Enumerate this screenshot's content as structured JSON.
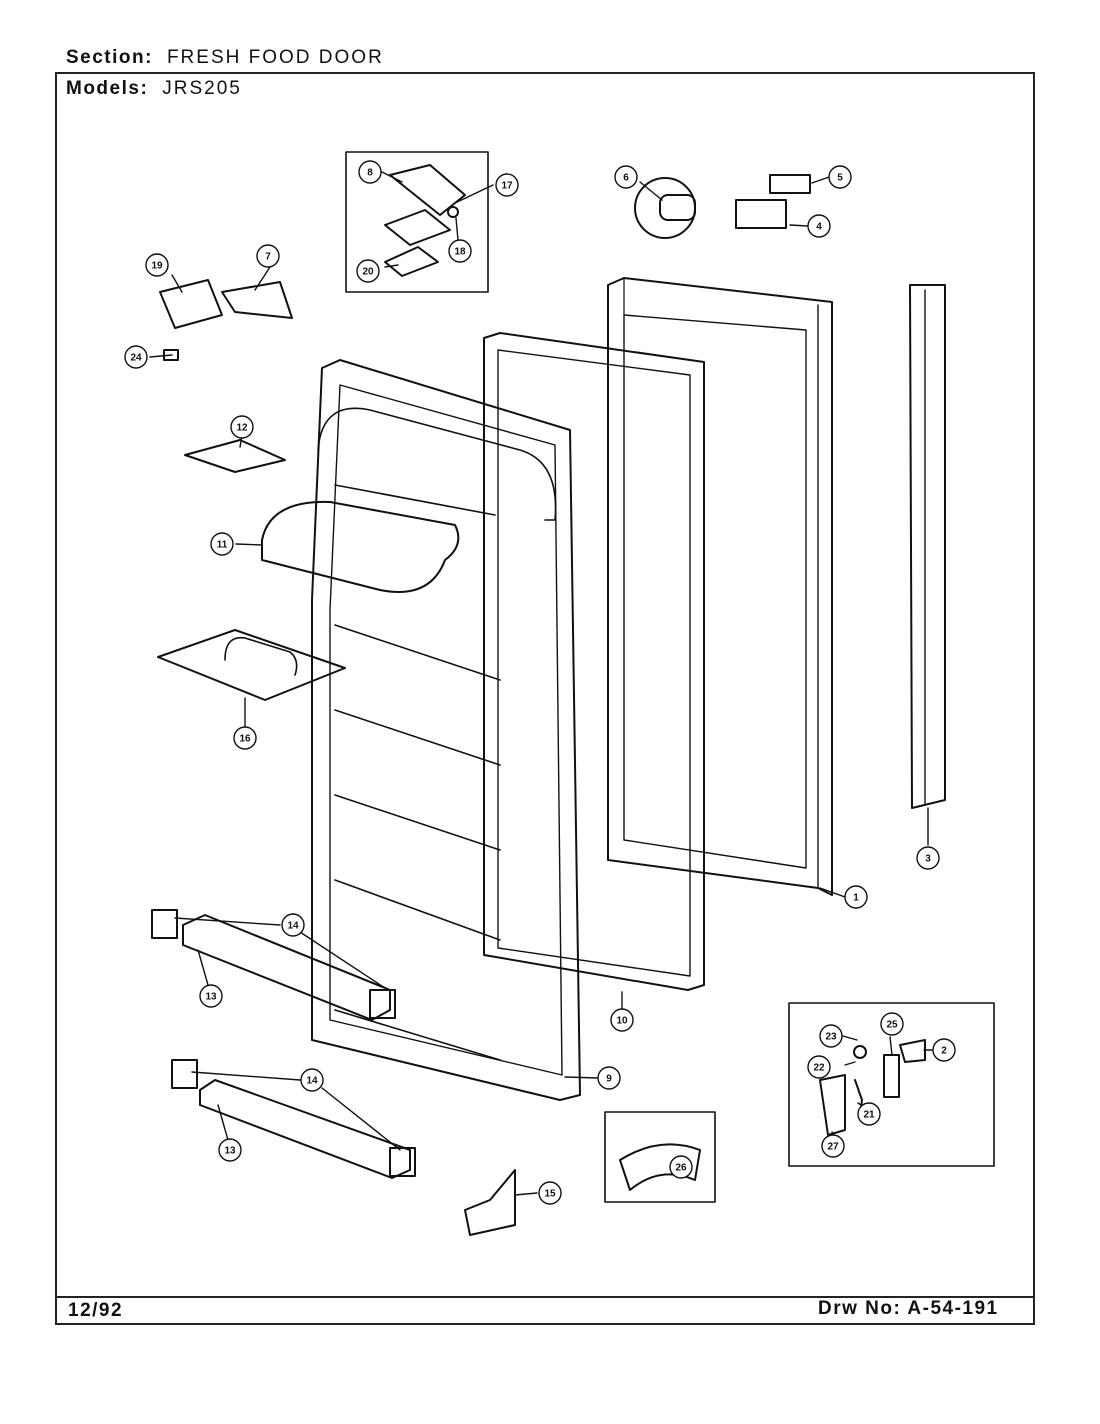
{
  "header": {
    "section_label": "Section:",
    "section_value": "FRESH FOOD DOOR",
    "models_label": "Models:",
    "models_value": "JRS205"
  },
  "footer": {
    "date": "12/92",
    "drawing_label": "Drw No:",
    "drawing_number": "A-54-191"
  },
  "callouts": [
    "1",
    "2",
    "3",
    "4",
    "5",
    "6",
    "7",
    "8",
    "9",
    "10",
    "11",
    "12",
    "13",
    "13",
    "14",
    "14",
    "15",
    "16",
    "17",
    "18",
    "19",
    "20",
    "21",
    "22",
    "23",
    "24",
    "25",
    "26",
    "27"
  ]
}
